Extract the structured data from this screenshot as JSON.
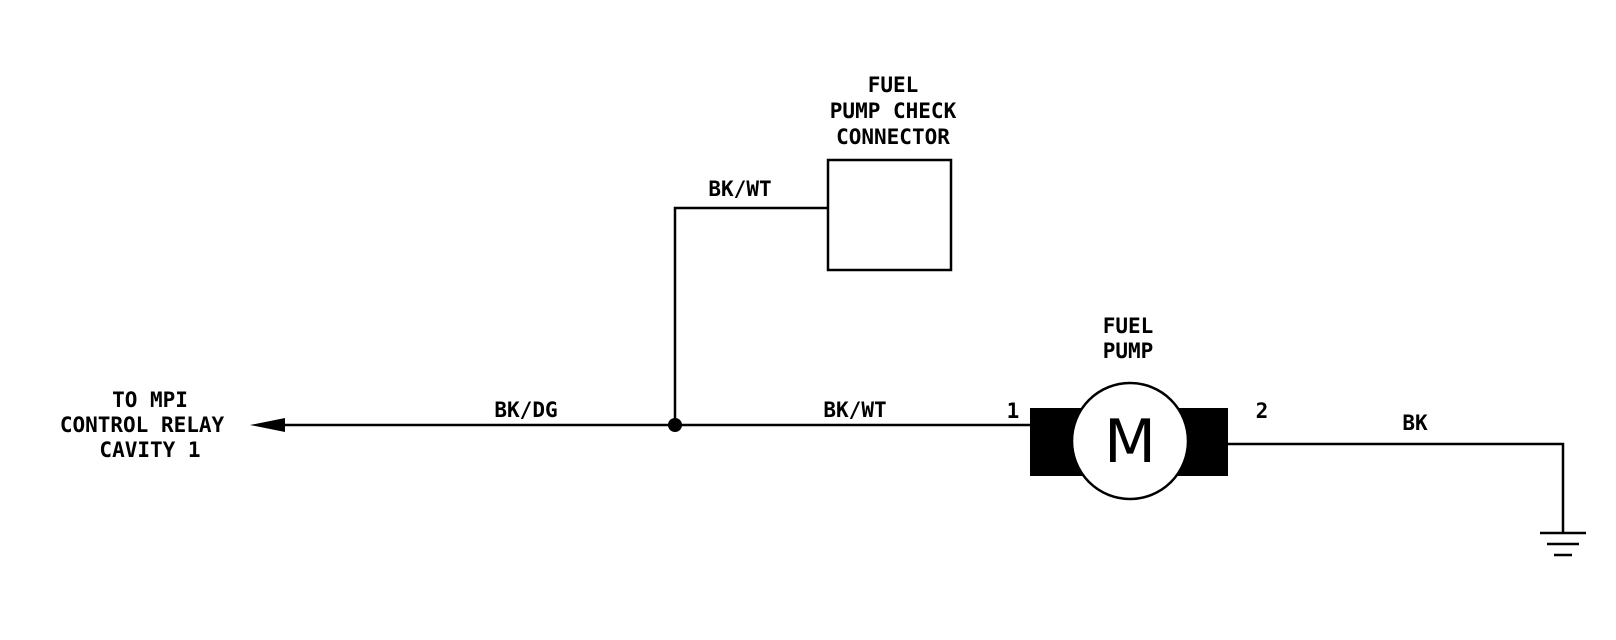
{
  "relay_label": {
    "line1": "TO MPI",
    "line2": "CONTROL RELAY",
    "line3": "CAVITY 1"
  },
  "check_connector_label": {
    "line1": "FUEL",
    "line2": "PUMP CHECK",
    "line3": "CONNECTOR"
  },
  "fuel_pump_label": {
    "line1": "FUEL",
    "line2": "PUMP"
  },
  "motor_symbol": "M",
  "pin_labels": {
    "pin1": "1",
    "pin2": "2"
  },
  "wire_labels": {
    "relay_wire": "BK/DG",
    "check_connector_wire": "BK/WT",
    "pump_feed_wire": "BK/WT",
    "ground_wire": "BK"
  },
  "icons": {
    "ground": "ground-symbol-icon",
    "arrow": "arrow-left-icon"
  }
}
